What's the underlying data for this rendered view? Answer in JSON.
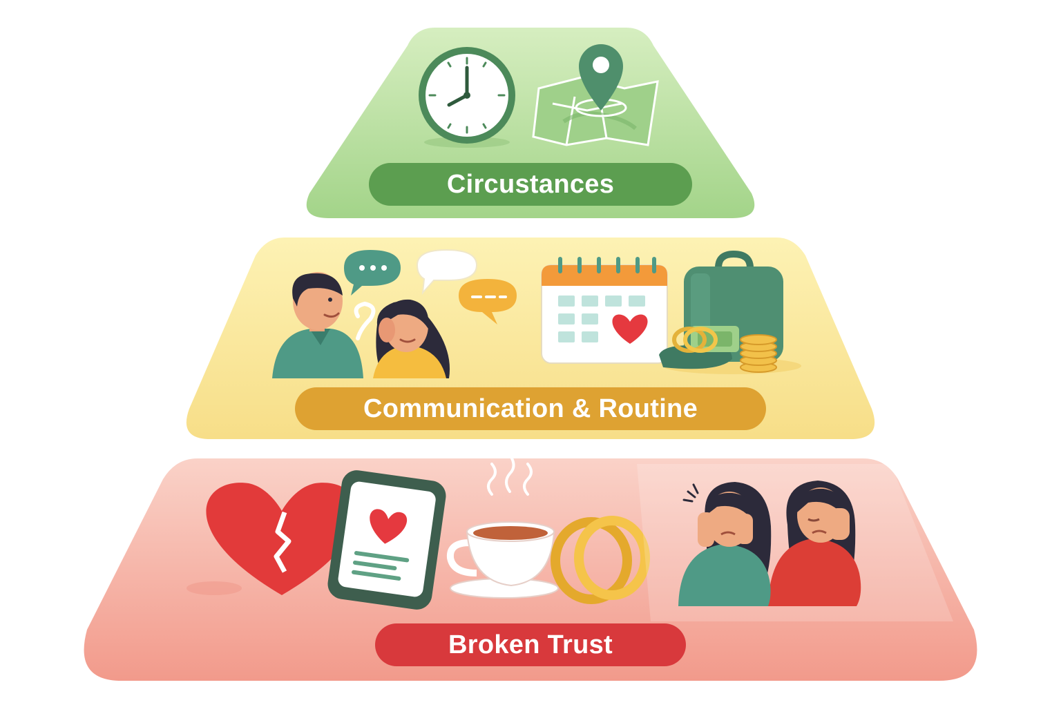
{
  "tiers": [
    {
      "label": "Circustances",
      "color": "#5c9e50",
      "band_colors": [
        "#cde9b6",
        "#a6d58b"
      ],
      "icons": [
        "clock-icon",
        "map-pin-icon"
      ]
    },
    {
      "label": "Communication & Routine",
      "color": "#dea232",
      "band_colors": [
        "#fbeda2",
        "#f6dc84"
      ],
      "icons": [
        "couple-talking-icon",
        "speech-bubble-icon",
        "calendar-heart-icon",
        "suitcase-money-icon"
      ]
    },
    {
      "label": "Broken Trust",
      "color": "#d8393c",
      "band_colors": [
        "#f8c2b7",
        "#f29c8d"
      ],
      "icons": [
        "broken-heart-icon",
        "phone-heart-icon",
        "coffee-cup-icon",
        "wedding-rings-icon",
        "upset-couple-icon"
      ]
    }
  ]
}
